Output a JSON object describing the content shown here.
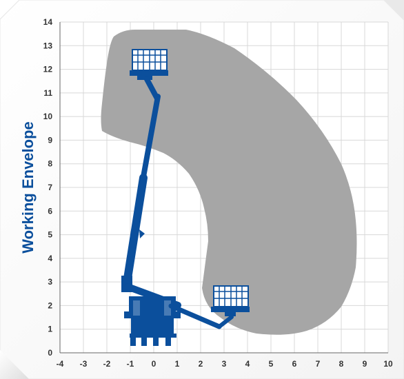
{
  "title": "Working Envelope",
  "x_ticks": [
    "-4",
    "-3",
    "-2",
    "-1",
    "0",
    "1",
    "2",
    "3",
    "4",
    "5",
    "6",
    "7",
    "8",
    "9",
    "10"
  ],
  "y_ticks": [
    "0",
    "1",
    "2",
    "3",
    "4",
    "5",
    "6",
    "7",
    "8",
    "9",
    "10",
    "11",
    "12",
    "13",
    "14"
  ],
  "colors": {
    "envelope": "#a6a6a6",
    "machine": "#0b4f9c",
    "grid": "#d8d8d8",
    "title": "#0b4f9c",
    "tick_text": "#333333"
  }
}
